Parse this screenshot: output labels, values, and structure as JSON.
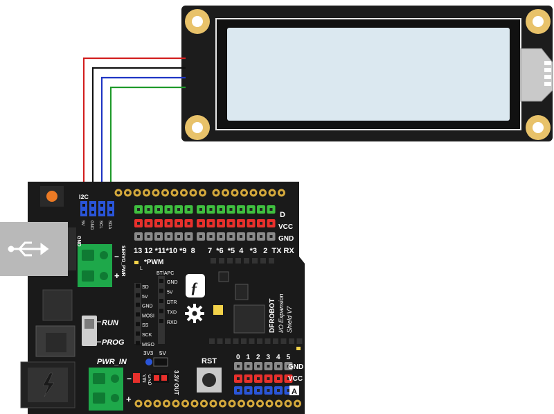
{
  "lcd": {
    "colors": {
      "board": "#1c1c1c",
      "screen": "#dbe8f0",
      "hole": "#e8c26a"
    }
  },
  "wires": [
    {
      "name": "5V",
      "color": "#d21f1f"
    },
    {
      "name": "GND",
      "color": "#111111"
    },
    {
      "name": "SCL",
      "color": "#1f35c4"
    },
    {
      "name": "SDA",
      "color": "#1f9a2a"
    }
  ],
  "shield": {
    "i2c_label": "I2C",
    "i2c_pins": [
      "5V",
      "GND",
      "SCL",
      "SDA"
    ],
    "rows": {
      "d": "D",
      "vcc": "VCC",
      "gnd": "GND"
    },
    "digital_numbers": "13 12 *11*10 *9  8      7  *6  *5  4   *3   2  TX RX",
    "servo_label": "SERVO_PWR",
    "gnd_label": "GND",
    "pwm_label": "*PWM",
    "l_label": "L",
    "bt_label": "BT/APC",
    "bt_pins": [
      "GND",
      "5V",
      "DTR",
      "TXD",
      "RXD"
    ],
    "spi_pins": [
      "SD",
      "5V",
      "GND",
      "MOSI",
      "SS",
      "SCK",
      "MISO"
    ],
    "run_label": "RUN",
    "prog_label": "PROG",
    "pwr_in_label": "PWR_IN",
    "v3_label": "3V3",
    "v5_label": "5V",
    "vin_label": "VIN",
    "gnd2_label": "GND",
    "out_label": "3.3V OUT",
    "rst_label": "RST",
    "brand_lines": [
      "DFROBOT",
      "I/O Expansion",
      "Shield V7"
    ],
    "analog_numbers": [
      "0",
      "1",
      "2",
      "3",
      "4",
      "5"
    ],
    "analog_rows": {
      "gnd": "GND",
      "vcc": "VCC",
      "a": "A"
    }
  },
  "colors": {
    "pcb": "#1a1a1a",
    "green_pin": "#3fbf3f",
    "red_pin": "#e8302c",
    "gray_pin": "#8a8a8a",
    "blue_pin": "#2a55d8",
    "yellow_pin": "#f2d24a",
    "terminal": "#1ea84a",
    "usb": "#b9b9b9"
  }
}
